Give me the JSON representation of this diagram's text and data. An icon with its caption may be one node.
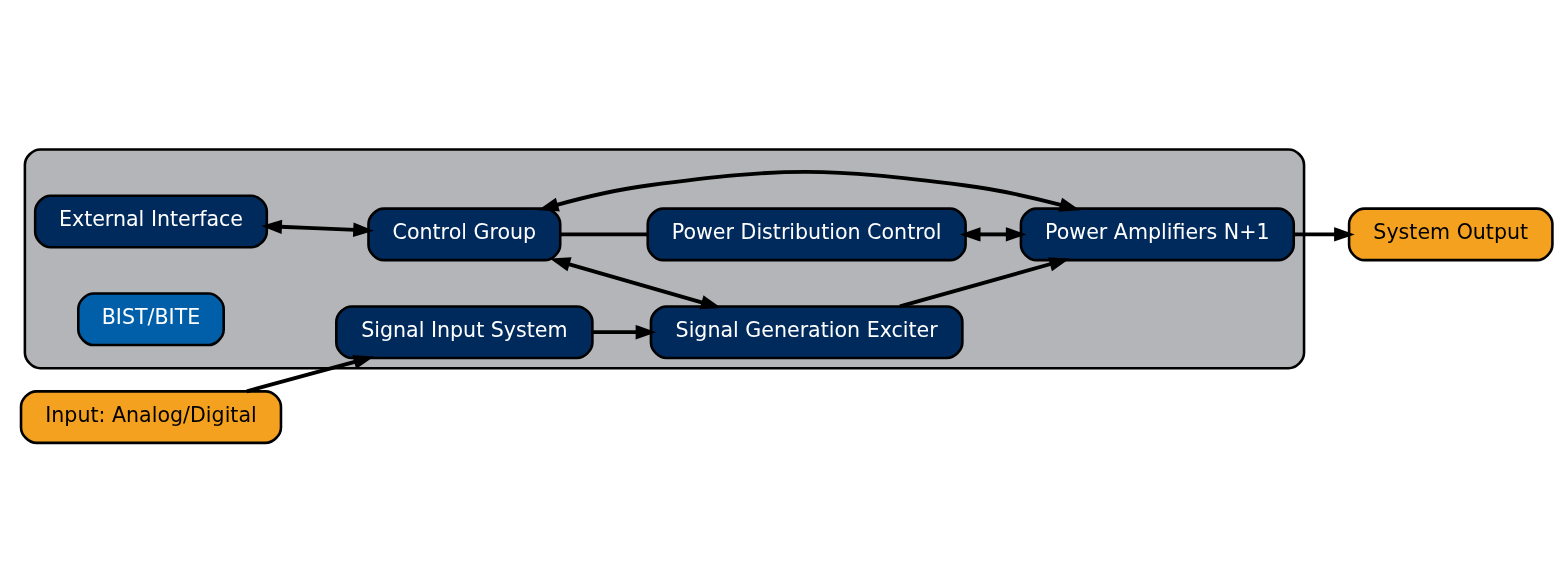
{
  "diagram": {
    "nodes": [
      {
        "text": [],
        "shape": "box"
      },
      {
        "text": [
          "Input: Analog/Digital"
        ]
      },
      {
        "text": [
          "External Interface"
        ],
        "in": 0
      },
      {
        "text": [
          "Control Group"
        ],
        "in": 0
      },
      {
        "text": [
          "Signal Input System"
        ],
        "in": 0
      },
      {
        "text": [
          "Signal Generation Exciter"
        ],
        "in": 0
      },
      {
        "text": [
          "Power Distribution Control"
        ],
        "in": 0
      },
      {
        "text": [
          "Power Amplifiers N+1"
        ],
        "in": 0
      },
      {
        "text": [
          "BIST/BITE"
        ],
        "in": 0
      },
      {
        "text": [
          "System Output"
        ]
      }
    ],
    "edges": [
      {
        "from": 1,
        "to": 4,
        "arrow": "to"
      },
      {
        "from": 2,
        "to": 3,
        "arrow": "both"
      },
      {
        "from": 3,
        "to": 5,
        "arrow": "both"
      },
      {
        "from": 3,
        "to": 6,
        "arrow": "none"
      },
      {
        "from": 3,
        "to": 7,
        "arrow": "both"
      },
      {
        "from": 4,
        "to": 5,
        "arrow": "to"
      },
      {
        "from": 6,
        "to": 7,
        "arrow": "both"
      },
      {
        "from": 5,
        "to": 7,
        "arrow": "to"
      },
      {
        "from": 7,
        "to": 9,
        "arrow": "to"
      }
    ]
  }
}
